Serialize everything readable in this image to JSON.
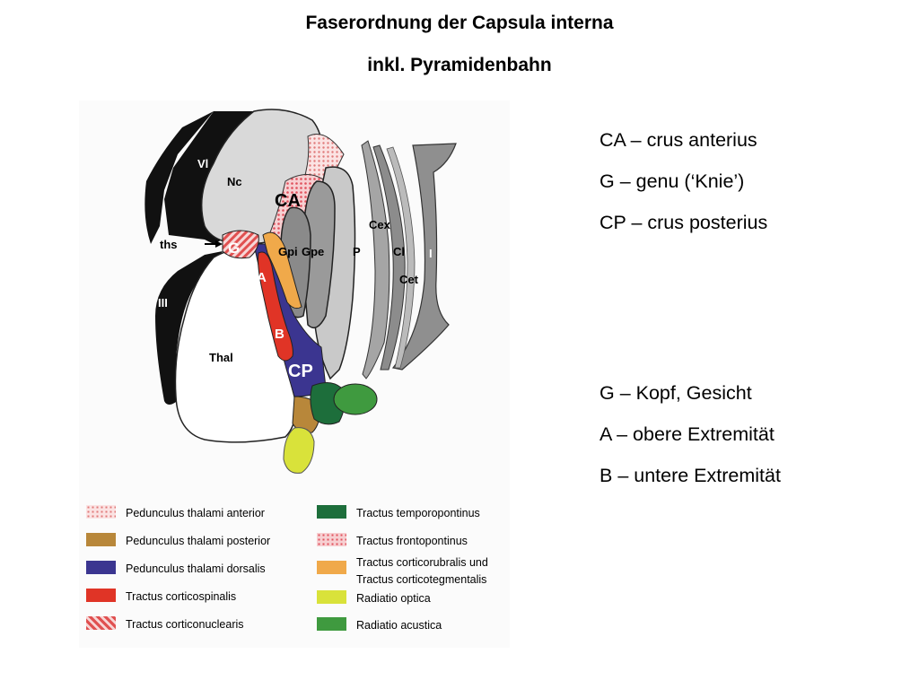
{
  "title": {
    "line1": "Faserordnung der Capsula interna",
    "line2": "inkl. Pyramidenbahn"
  },
  "diagram_labels": {
    "vl": "Vl",
    "nc": "Nc",
    "ca": "CA",
    "ths": "ths",
    "g": "G",
    "a": "A",
    "b": "B",
    "gpi": "Gpi",
    "gpe": "Gpe",
    "p": "P",
    "cex": "Cex",
    "cl": "Cl",
    "cet": "Cet",
    "i": "I",
    "iii": "III",
    "thal": "Thal",
    "cp": "CP"
  },
  "legend": {
    "left": [
      {
        "label": "Pedunculus thalami anterior",
        "color": "#f3b6b4",
        "pattern": "dots"
      },
      {
        "label": "Pedunculus thalami posterior",
        "color": "#b8873a",
        "pattern": "solid"
      },
      {
        "label": "Pedunculus thalami dorsalis",
        "color": "#3b3590",
        "pattern": "solid"
      },
      {
        "label": "Tractus corticospinalis",
        "color": "#e03426",
        "pattern": "solid"
      },
      {
        "label": "Tractus corticonuclearis",
        "color": "#e05050",
        "pattern": "stripes"
      }
    ],
    "right": [
      {
        "label": "Tractus temporopontinus",
        "color": "#1d6e3b",
        "pattern": "solid"
      },
      {
        "label": "Tractus frontopontinus",
        "color": "#e87a82",
        "pattern": "dots"
      },
      {
        "label": "Tractus corticorubralis und",
        "label2": "Tractus corticotegmentalis",
        "color": "#f0a94a",
        "pattern": "solid"
      },
      {
        "label": "Radiatio optica",
        "color": "#d9e23a",
        "pattern": "solid"
      },
      {
        "label": "Radiatio acustica",
        "color": "#3f9a3f",
        "pattern": "solid"
      }
    ]
  },
  "notes_top": [
    "CA – crus anterius",
    "G – genu (‘Knie’)",
    "CP – crus posterius"
  ],
  "notes_bottom": [
    "G – Kopf, Gesicht",
    "A – obere Extremität",
    "B – untere Extremität"
  ]
}
